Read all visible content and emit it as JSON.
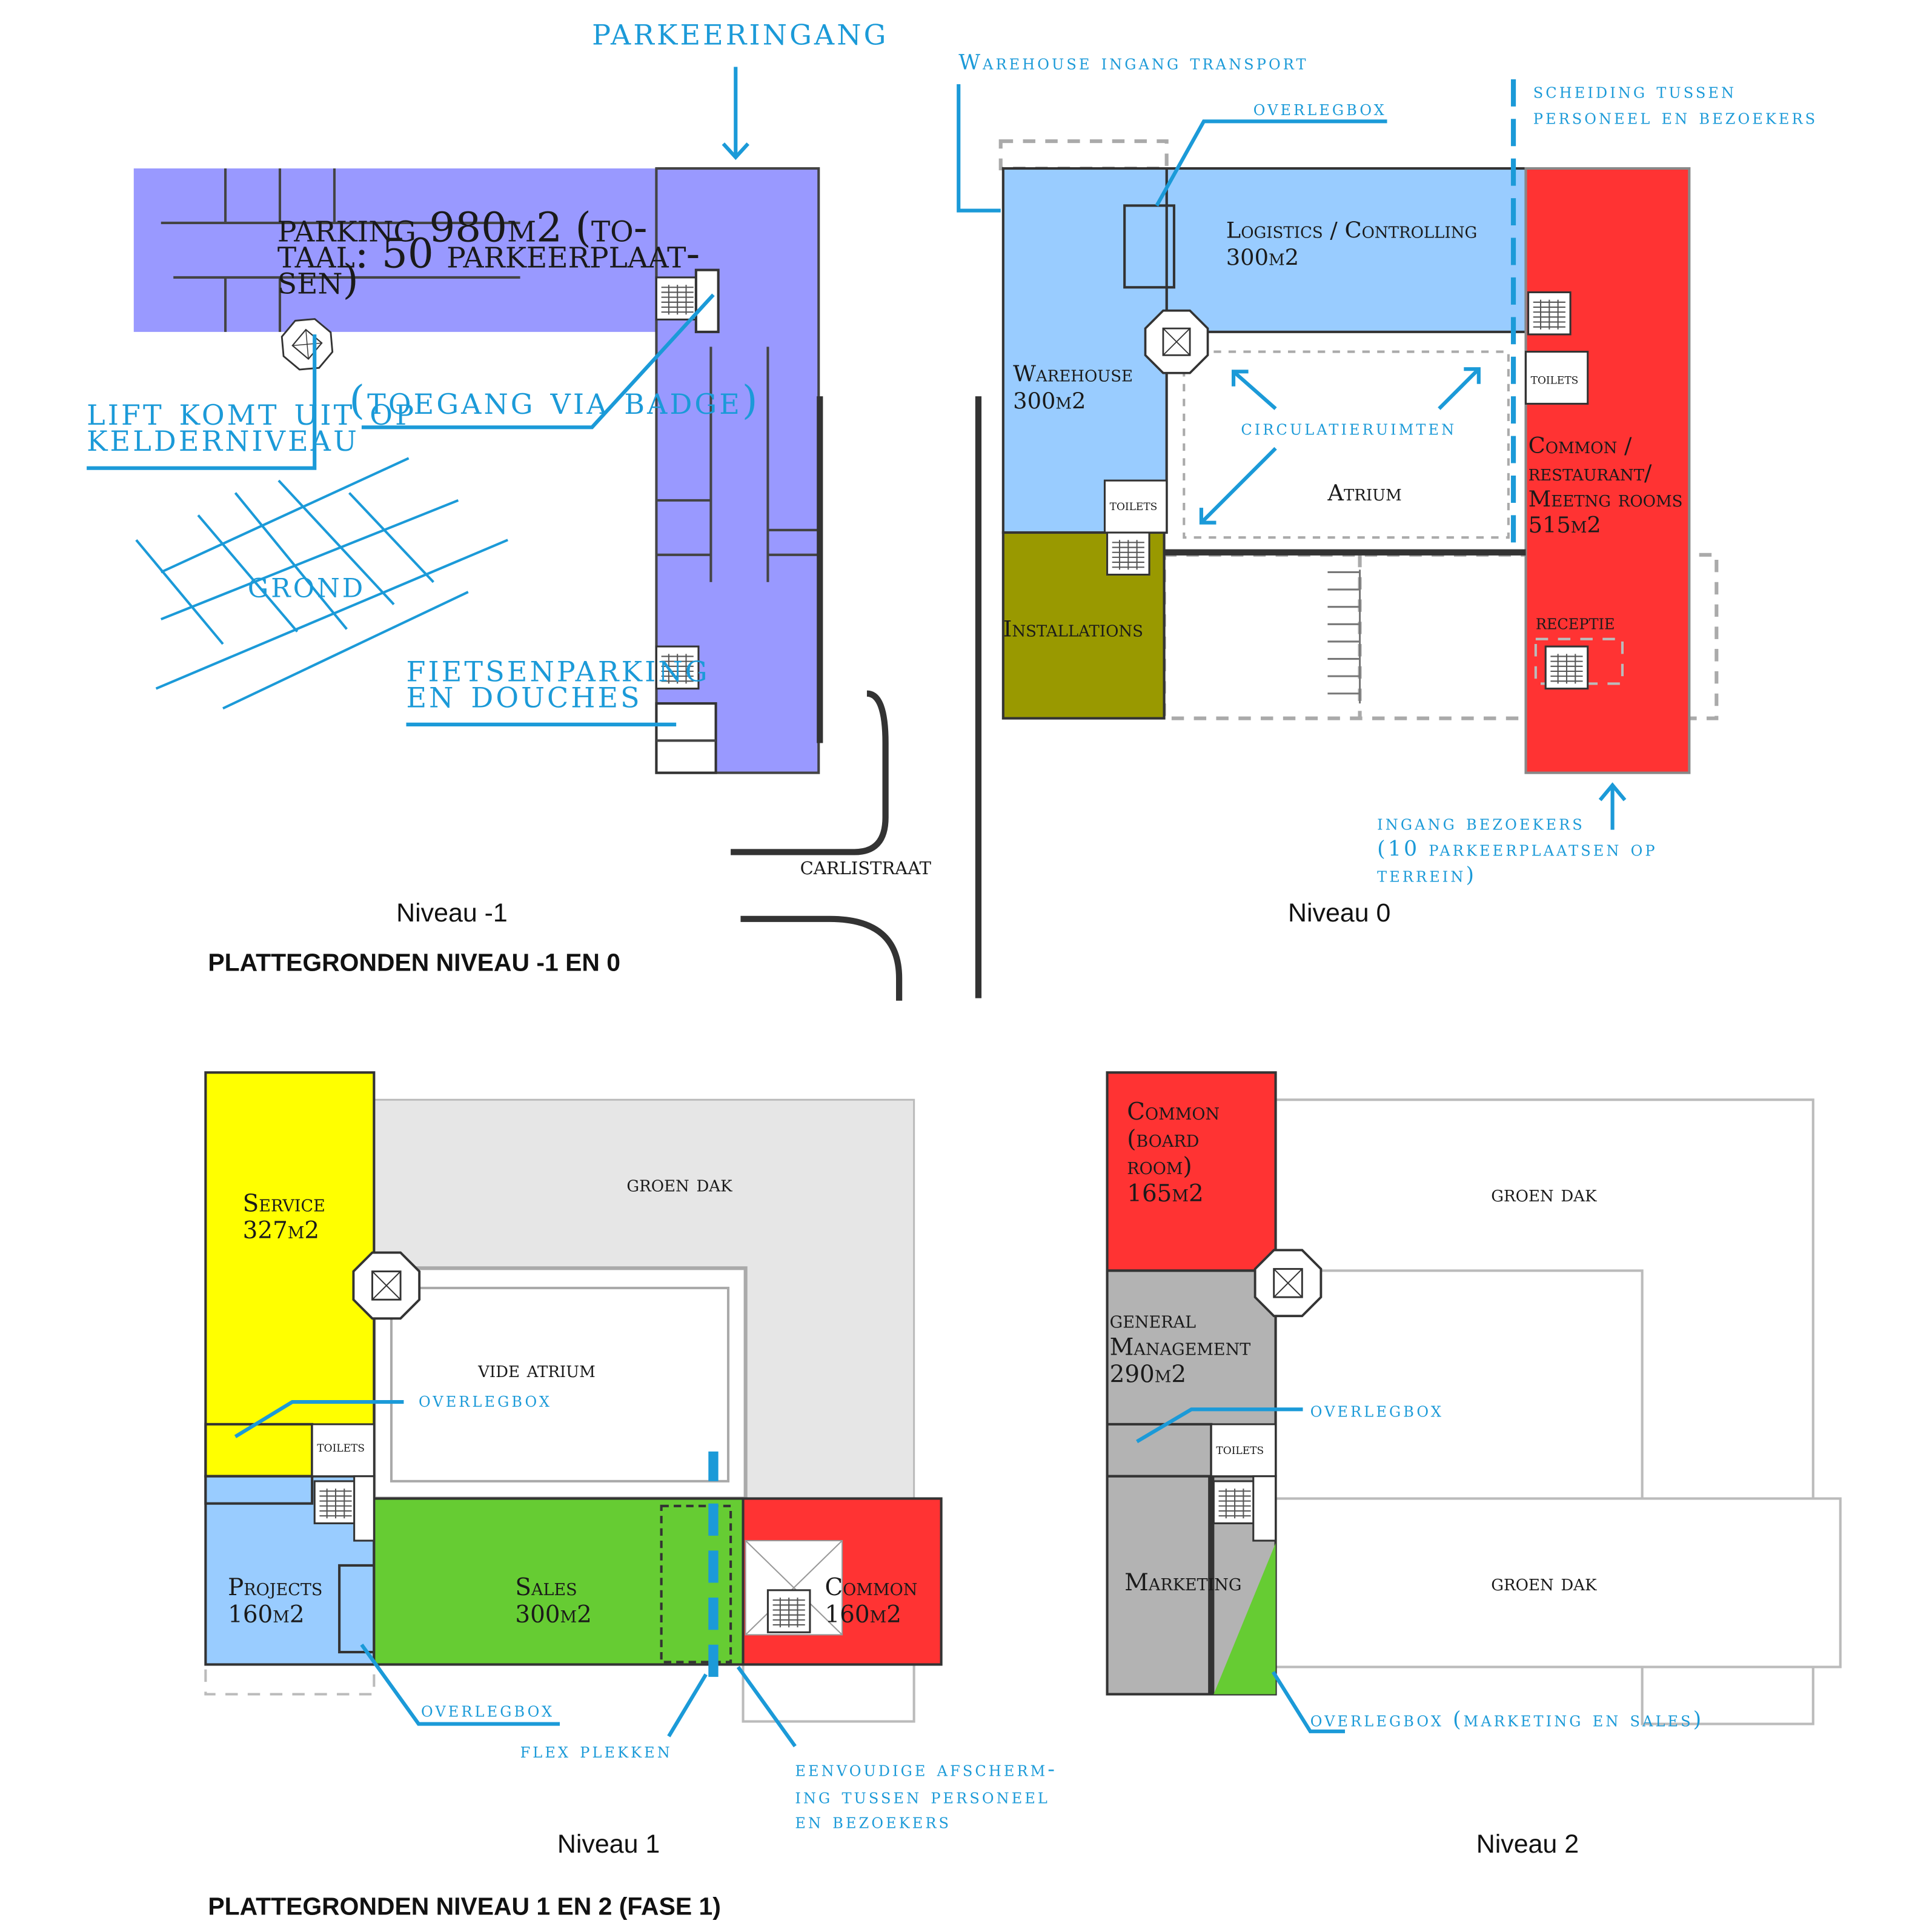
{
  "colors": {
    "parking": "#9999ff",
    "light_blue": "#99ccff",
    "red": "#ff3333",
    "olive": "#999900",
    "yellow": "#ffff00",
    "green": "#66cc33",
    "gray": "#b3b3b3",
    "roof": "#e6e6e6",
    "annotation": "#1b9ad8"
  },
  "headers": {
    "top": "PLATTEGRONDEN NIVEAU -1 EN 0",
    "bottom": "PLATTEGRONDEN NIVEAU 1 EN 2 (FASE 1)"
  },
  "levels": {
    "minus1": {
      "caption": "Niveau -1",
      "parking": [
        "parking 980m2 (to-",
        "taal: 50 parkeerplaat-",
        "sen)"
      ],
      "ground": "grond",
      "street": "carlistraat",
      "annotations": {
        "parking_entrance": "parkeeringang",
        "badge": "(toegang via badge)",
        "lift": [
          "lift komt uit op",
          "kelderniveau"
        ],
        "bikes": [
          "fietsenparking",
          "en douches"
        ]
      }
    },
    "zero": {
      "caption": "Niveau 0",
      "logistics": [
        "Logistics / Controlling",
        "300m2"
      ],
      "warehouse": [
        "Warehouse",
        "300m2"
      ],
      "atrium": "Atrium",
      "common": [
        "Common /",
        "restaurant/",
        "Meetng rooms",
        "515m2"
      ],
      "installations": "Installations",
      "receptie": "receptie",
      "toilets": "toilets",
      "annotations": {
        "warehouse_entrance": "Warehouse ingang transport",
        "overlegbox": "overlegbox",
        "separation": [
          "scheiding tussen",
          "personeel en bezoekers"
        ],
        "circulation": "circulatieruimten",
        "visitors": [
          "ingang bezoekers",
          "(10 parkeerplaatsen op",
          "terrein)"
        ]
      }
    },
    "one": {
      "caption": "Niveau 1",
      "service": [
        "Service",
        "327m2"
      ],
      "projects": [
        "Projects",
        "160m2"
      ],
      "sales": [
        "Sales",
        "300m2"
      ],
      "common": [
        "Common",
        "160m2"
      ],
      "vide": "vide atrium",
      "roof": "groen dak",
      "toilets": "toilets",
      "annotations": {
        "overlegbox_top": "overlegbox",
        "overlegbox_bottom": "overlegbox",
        "flex": "flex plekken",
        "screen": [
          "eenvoudige afscherm-",
          "ing tussen personeel",
          "en bezoekers"
        ]
      }
    },
    "two": {
      "caption": "Niveau 2",
      "common": [
        "Common",
        "(board",
        "room)",
        "165m2"
      ],
      "management": [
        "general",
        "Management",
        "290m2"
      ],
      "marketing": "Marketing",
      "roof_top": "groen dak",
      "roof_bottom": "groen dak",
      "toilets": "toilets",
      "annotations": {
        "overlegbox": "overlegbox",
        "overlegbox_ms": "overlegbox (marketing en sales)"
      }
    }
  }
}
